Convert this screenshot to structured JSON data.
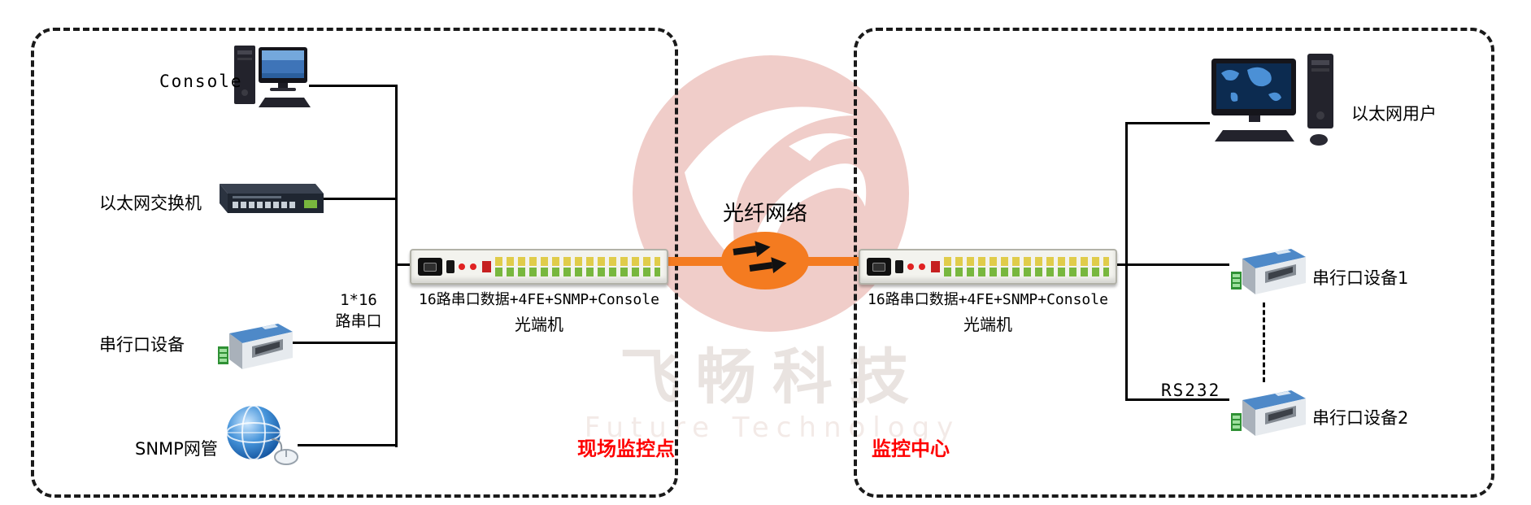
{
  "left_zone": {
    "zone_label": "现场监控点",
    "devices": {
      "console": "Console",
      "ethernet_switch": "以太网交换机",
      "serial_device": "串行口设备",
      "snmp": "SNMP网管"
    },
    "bus_label": {
      "line1": "1*16",
      "line2": "路串口"
    },
    "terminal": {
      "line1": "16路串口数据+4FE+SNMP+Console",
      "line2": "光端机"
    }
  },
  "center": {
    "fiber_label": "光纤网络"
  },
  "right_zone": {
    "zone_label": "监控中心",
    "devices": {
      "ethernet_user": "以太网用户",
      "serial_device_1": "串行口设备1",
      "serial_device_2": "串行口设备2"
    },
    "rs232_label": "RS232",
    "terminal": {
      "line1": "16路串口数据+4FE+SNMP+Console",
      "line2": "光端机"
    }
  },
  "watermark": {
    "brand": "飞畅科技",
    "subtitle": "Future Technology"
  },
  "colors": {
    "fiber_orange": "#f47b20",
    "zone_label_red": "#fe0000",
    "line_black": "#000000",
    "watermark_pink": "#f0cdc9",
    "watermark_text_gray": "#e9e3e0"
  }
}
